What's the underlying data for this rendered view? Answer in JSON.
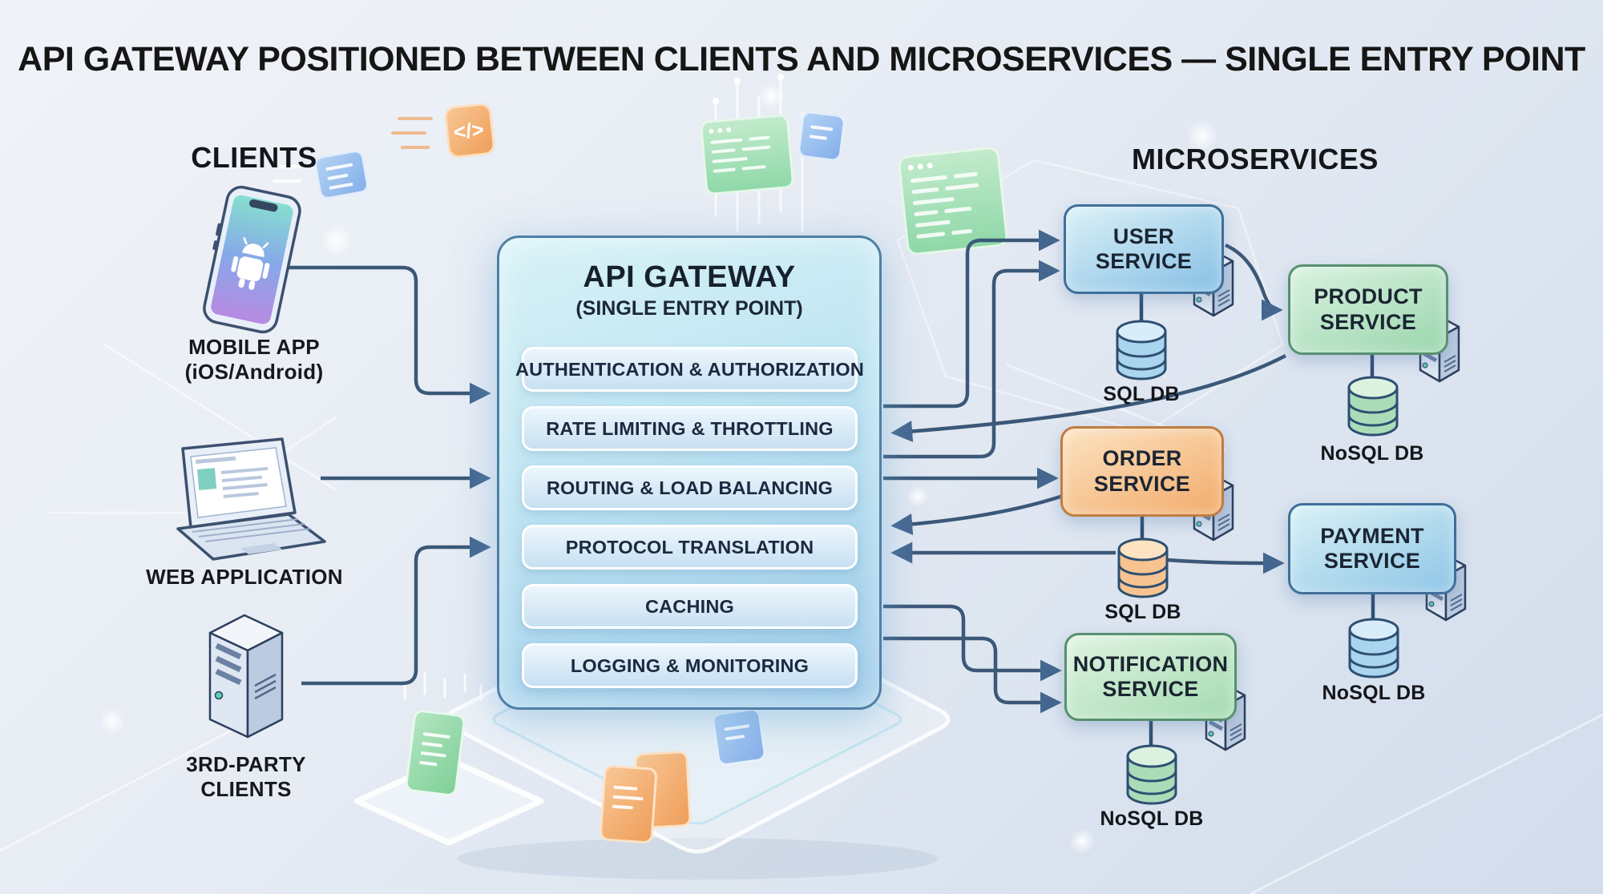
{
  "title": "API GATEWAY POSITIONED BETWEEN CLIENTS AND MICROSERVICES — SINGLE ENTRY POINT",
  "clients": {
    "heading": "CLIENTS",
    "items": [
      {
        "icon": "smartphone-icon",
        "line1": "MOBILE APP",
        "line2": "(iOS/Android)"
      },
      {
        "icon": "laptop-icon",
        "line1": "WEB APPLICATION",
        "line2": ""
      },
      {
        "icon": "server-icon",
        "line1": "3RD-PARTY",
        "line2": "CLIENTS"
      }
    ]
  },
  "gateway": {
    "title": "API GATEWAY",
    "subtitle": "(SINGLE ENTRY POINT)",
    "features": [
      "AUTHENTICATION & AUTHORIZATION",
      "RATE LIMITING & THROTTLING",
      "ROUTING & LOAD BALANCING",
      "PROTOCOL TRANSLATION",
      "CACHING",
      "LOGGING & MONITORING"
    ]
  },
  "microservices": {
    "heading": "MICROSERVICES",
    "services": [
      {
        "name": "USER SERVICE",
        "db": "SQL DB",
        "color": "#86bfe4"
      },
      {
        "name": "PRODUCT SERVICE",
        "db": "NoSQL DB",
        "color": "#9bd6ae"
      },
      {
        "name": "ORDER SERVICE",
        "db": "SQL DB",
        "color": "#f2ab6a"
      },
      {
        "name": "PAYMENT SERVICE",
        "db": "NoSQL DB",
        "color": "#8ec5e7"
      },
      {
        "name": "NOTIFICATION SERVICE",
        "db": "NoSQL DB",
        "color": "#a4dab1"
      }
    ]
  },
  "decorations": {
    "code_glyph": "</>"
  },
  "palette": {
    "line": "#3b5878",
    "arrow": "#44678f",
    "gateway_border": "#4f7fa6",
    "gateway_fill_top": "#d9f3f7",
    "gateway_fill_bottom": "#9ccae9",
    "db_outline": "#2e4f72",
    "background_top": "#f0f3f8",
    "background_bottom": "#d2dceb"
  }
}
